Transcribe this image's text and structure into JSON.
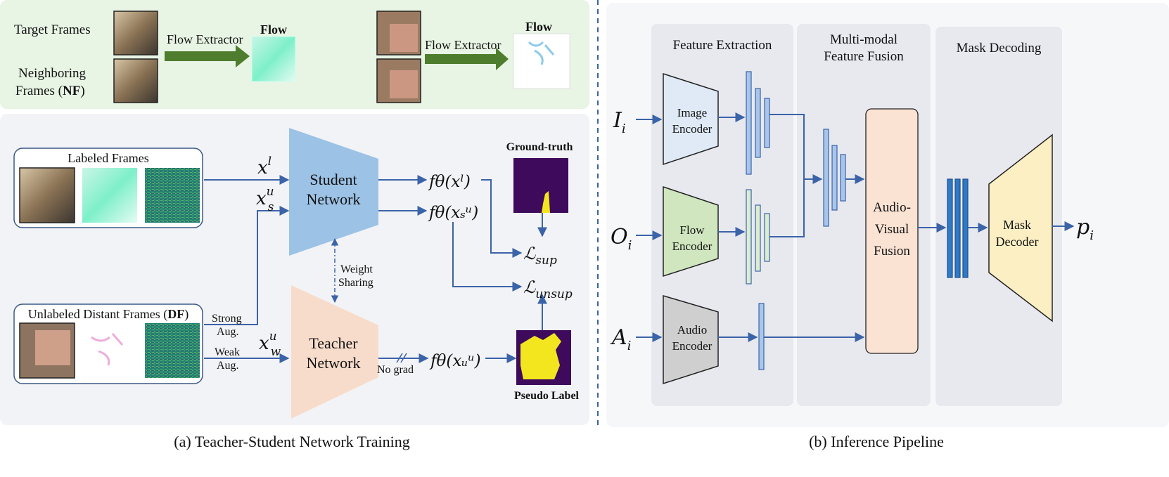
{
  "flow_panel": {
    "target_frames": "Target Frames",
    "neighboring_line1": "Neighboring",
    "neighboring_line2_pre": "Frames (",
    "neighboring_line2_bold": "NF",
    "neighboring_line2_post": ")",
    "flow_extractor": "Flow Extractor",
    "flow_title": "Flow"
  },
  "training": {
    "labeled_frames": "Labeled Frames",
    "unlabeled_pre": "Unlabeled Distant Frames (",
    "unlabeled_bold": "DF",
    "unlabeled_post": ")",
    "student_line1": "Student",
    "student_line2": "Network",
    "teacher_line1": "Teacher",
    "teacher_line2": "Network",
    "weight_line1": "Weight",
    "weight_line2": "Sharing",
    "strong_line1": "Strong",
    "strong_line2": "Aug.",
    "weak_line1": "Weak",
    "weak_line2": "Aug.",
    "no_grad": "No grad",
    "ground_truth": "Ground-truth",
    "pseudo_label": "Pseudo Label",
    "x_l_base": "x",
    "x_l_sup": "l",
    "x_su_base": "x",
    "x_su_sup": "u",
    "x_su_sub": "s",
    "x_wu_base": "x",
    "x_wu_sup": "u",
    "x_wu_sub": "w",
    "f_theta_xl": "fθ(xˡ)",
    "f_theta_xsu": "fθ(xₛᵘ)",
    "f_theta_xwu": "fθ(xᵤᵘ)",
    "loss_sup_base": "ℒ",
    "loss_sup_sub": "sup",
    "loss_unsup_base": "ℒ",
    "loss_unsup_sub": "unsup",
    "caption": "(a) Teacher-Student Network Training"
  },
  "inference": {
    "stage1": "Feature Extraction",
    "stage2_line1": "Multi-modal",
    "stage2_line2": "Feature Fusion",
    "stage3": "Mask Decoding",
    "image_enc_line1": "Image",
    "image_enc_line2": "Encoder",
    "flow_enc_line1": "Flow",
    "flow_enc_line2": "Encoder",
    "audio_enc_line1": "Audio",
    "audio_enc_line2": "Encoder",
    "fusion_line1": "Audio-",
    "fusion_line2": "Visual",
    "fusion_line3": "Fusion",
    "decoder_line1": "Mask",
    "decoder_line2": "Decoder",
    "in_I": "I",
    "in_I_sub": "i",
    "in_O": "O",
    "in_O_sub": "i",
    "in_A": "A",
    "in_A_sub": "i",
    "out_p": "p",
    "out_p_sub": "i",
    "caption": "(b) Inference Pipeline"
  },
  "colors": {
    "flow_panel_bg": "#e8f4e4",
    "training_panel_bg": "#f2f3f6",
    "stage_bg": "#e7e9ef",
    "arrow": "#3b63a8",
    "green_arrow": "#4f7d2e",
    "student": "#9cc2e5",
    "teacher": "#f8dccb",
    "image_encoder": "#dfeaf6",
    "flow_encoder": "#cfe6bf",
    "audio_encoder": "#cfcfcf",
    "fusion": "#fbe3d4",
    "decoder": "#fdefc4",
    "feature_bar": "#a9c6ea",
    "decoder_bar": "#2f79c5",
    "mask_purple": "#3e0a5c",
    "mask_yellow": "#f4e61e"
  }
}
